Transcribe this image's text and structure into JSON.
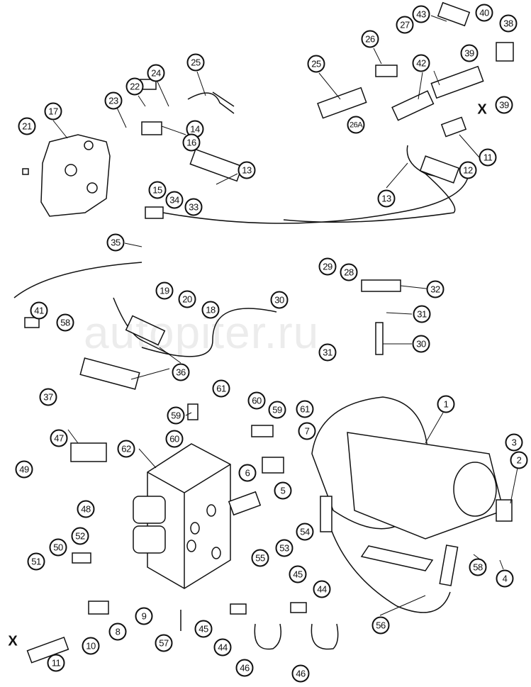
{
  "watermark": "autopiter.ru",
  "cut_marker": "X",
  "callouts": [
    "21",
    "17",
    "23",
    "22",
    "24",
    "25",
    "14",
    "16",
    "15",
    "34",
    "33",
    "13",
    "25",
    "26",
    "27",
    "43",
    "40",
    "38",
    "39",
    "42",
    "39",
    "26A",
    "11",
    "12",
    "13",
    "35",
    "19",
    "20",
    "18",
    "29",
    "28",
    "32",
    "30",
    "31",
    "31",
    "30",
    "41",
    "58",
    "37",
    "36",
    "61",
    "59",
    "60",
    "60",
    "59",
    "61",
    "7",
    "62",
    "47",
    "6",
    "5",
    "1",
    "3",
    "2",
    "49",
    "48",
    "54",
    "52",
    "50",
    "51",
    "53",
    "55",
    "58",
    "4",
    "45",
    "44",
    "9",
    "8",
    "10",
    "57",
    "45",
    "44",
    "56",
    "11",
    "46",
    "46"
  ]
}
